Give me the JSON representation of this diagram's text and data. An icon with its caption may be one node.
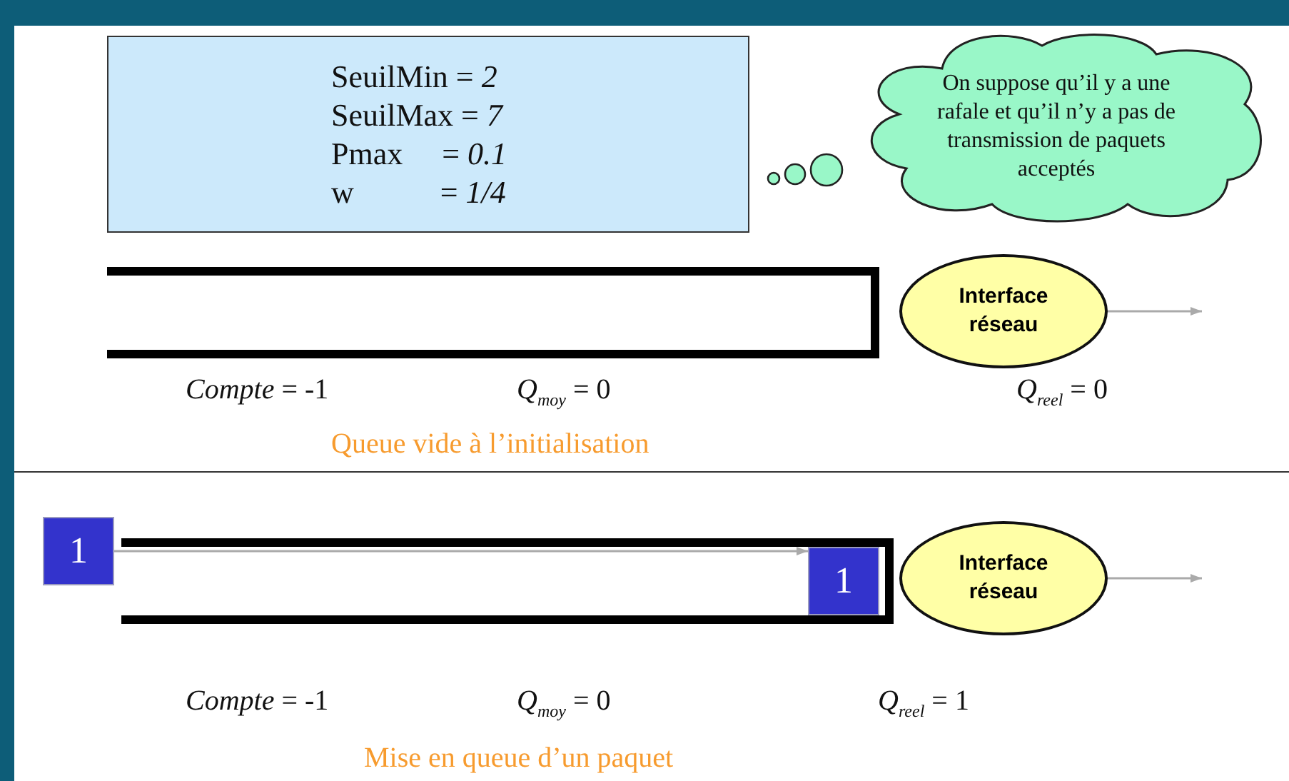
{
  "diagram": {
    "nodes": [
      {
        "text": [
          "SeuilMin = *2*",
          "SeuilMax = *7*",
          "Pmax     = *0.1*",
          "w           = *1/4*"
        ]
      },
      {
        "text": [
          "On suppose qu’il y a une rafale et qu’il n’y a pas de transmission de paquets acceptés"
        ]
      },
      {
        "text": [],
        "shape": "bar"
      },
      {
        "text": [
          "Interface réseau"
        ]
      },
      {
        "text": [
          "1"
        ]
      },
      {
        "text": [],
        "shape": "bar"
      },
      {
        "text": [
          "1"
        ],
        "in": 5
      },
      {
        "text": [
          "Interface réseau"
        ]
      }
    ],
    "edges": [
      {
        "from": 3,
        "to": null,
        "arrow": "to"
      },
      {
        "from": 4,
        "to": 6,
        "arrow": "to"
      },
      {
        "from": 7,
        "to": null,
        "arrow": "to"
      }
    ],
    "labels": [
      "*Compte* = -1",
      "*Q*$_{moy}$ = 0",
      "*Q*$_{reel}$ = 0",
      "Queue vide à l’initialisation",
      "*Compte* = -1",
      "*Q*$_{moy}$ = 0",
      "*Q*$_{reel}$ = 1",
      "Mise en queue d’un paquet"
    ]
  }
}
